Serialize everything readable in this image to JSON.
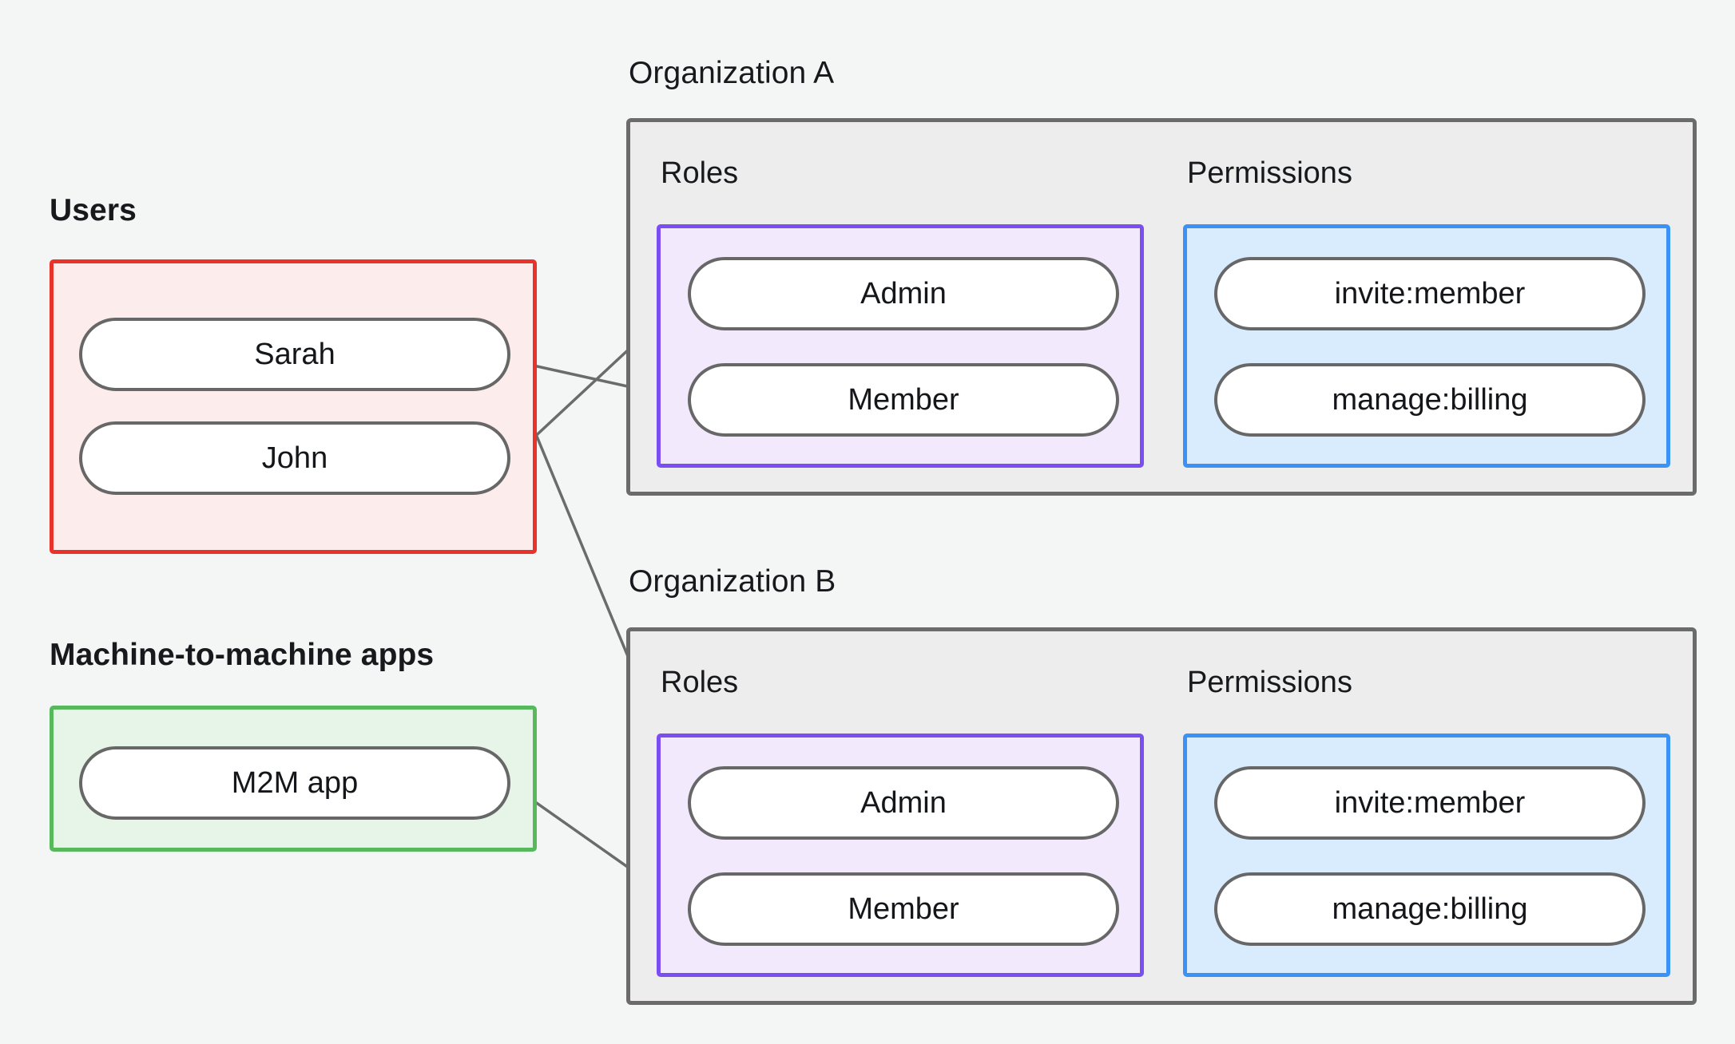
{
  "page": {
    "background_color": "#f4f6f5",
    "title": "RBAC organizations, roles and permissions diagram"
  },
  "palette": {
    "users_border": "#e8322a",
    "users_fill": "#fdecec",
    "m2m_border": "#57b95c",
    "m2m_fill": "#e6f5e7",
    "org_border": "#6b6b6b",
    "org_fill": "#ededed",
    "roles_border": "#7b4ef2",
    "roles_fill": "#f2eafc",
    "permissions_border": "#3b92f5",
    "permissions_fill": "#d9ecfd",
    "node_border": "#676767",
    "node_fill": "#ffffff",
    "edge_color": "#6b6b6b",
    "text_color": "#17191c"
  },
  "left_column": {
    "users": {
      "caption": "Users",
      "nodes": [
        {
          "id": "sarah",
          "label": "Sarah"
        },
        {
          "id": "john",
          "label": "John"
        }
      ]
    },
    "m2m": {
      "caption": "Machine-to-machine apps",
      "nodes": [
        {
          "id": "m2m-app",
          "label": "M2M app"
        }
      ]
    }
  },
  "organizations": [
    {
      "id": "org-a",
      "caption": "Organization A",
      "roles_label": "Roles",
      "permissions_label": "Permissions",
      "roles": [
        {
          "id": "org-a-admin",
          "label": "Admin"
        },
        {
          "id": "org-a-member",
          "label": "Member"
        }
      ],
      "permissions": [
        {
          "id": "org-a-invite",
          "label": "invite:member"
        },
        {
          "id": "org-a-billing",
          "label": "manage:billing"
        }
      ]
    },
    {
      "id": "org-b",
      "caption": "Organization B",
      "roles_label": "Roles",
      "permissions_label": "Permissions",
      "roles": [
        {
          "id": "org-b-admin",
          "label": "Admin"
        },
        {
          "id": "org-b-member",
          "label": "Member"
        }
      ],
      "permissions": [
        {
          "id": "org-b-invite",
          "label": "invite:member"
        },
        {
          "id": "org-b-billing",
          "label": "manage:billing"
        }
      ]
    }
  ],
  "connections": [
    {
      "from": "john",
      "to": "org-a-admin"
    },
    {
      "from": "sarah",
      "to": "org-a-member"
    },
    {
      "from": "sarah",
      "to": "org-b-admin"
    },
    {
      "from": "m2m-app",
      "to": "org-b-member"
    },
    {
      "from": "org-a-admin",
      "to": "org-a-invite"
    },
    {
      "from": "org-a-admin",
      "to": "org-a-billing"
    },
    {
      "from": "org-a-member",
      "to": "org-a-billing"
    },
    {
      "from": "org-b-admin",
      "to": "org-b-invite"
    },
    {
      "from": "org-b-admin",
      "to": "org-b-billing"
    },
    {
      "from": "org-b-member",
      "to": "org-b-billing"
    }
  ]
}
